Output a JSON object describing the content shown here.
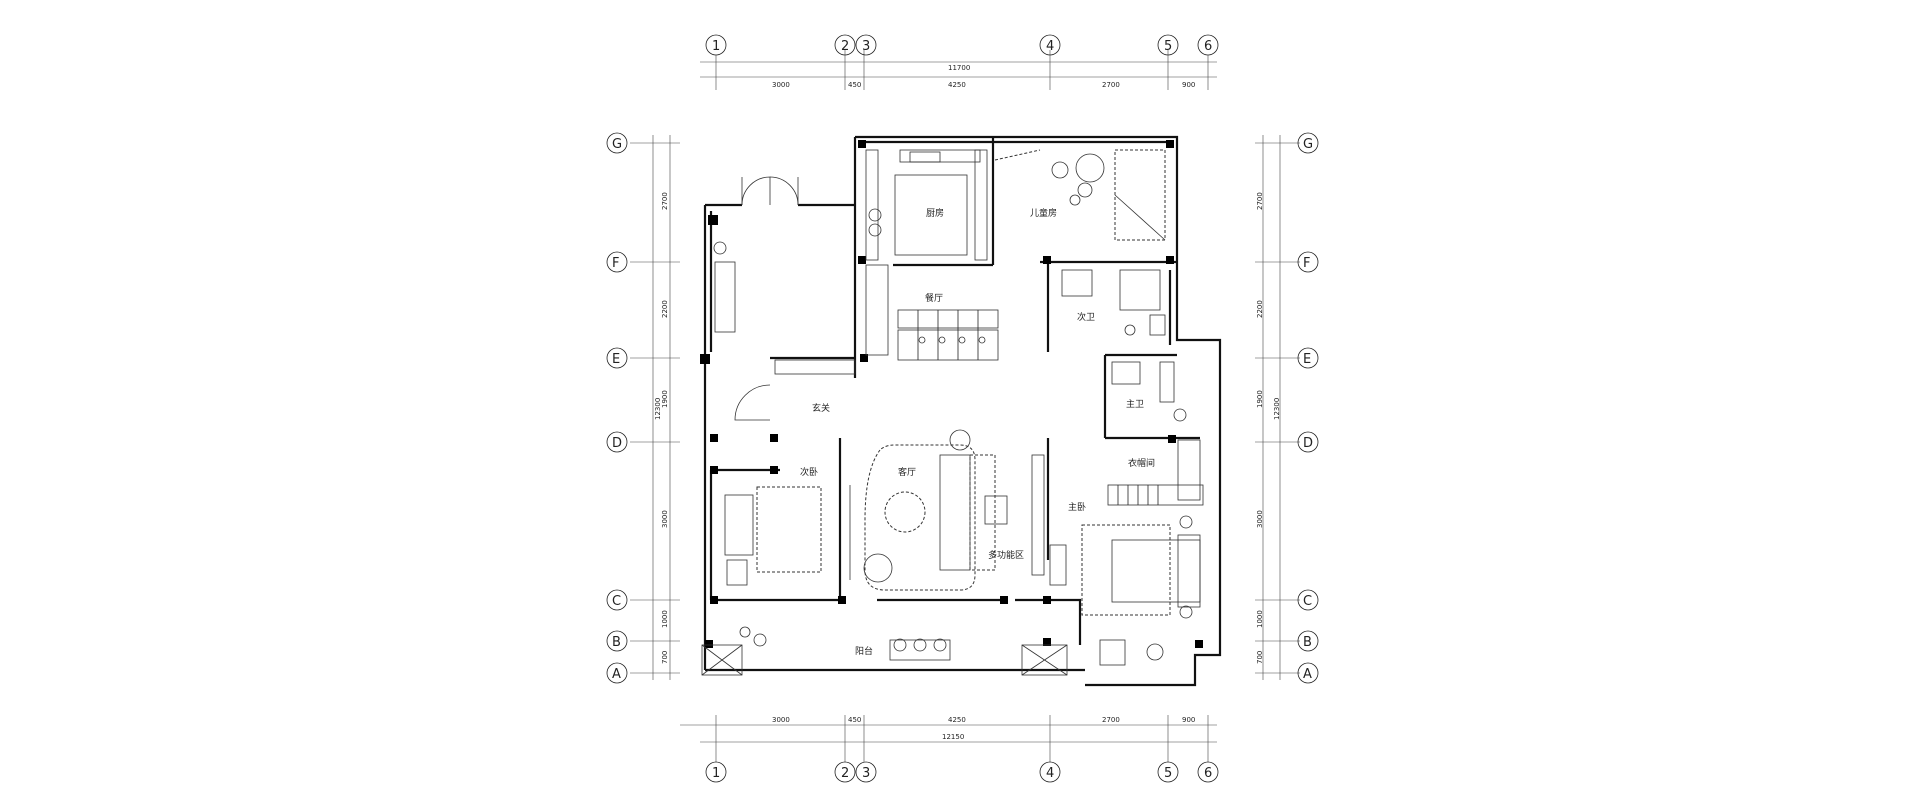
{
  "axes": {
    "columns": [
      "1",
      "2",
      "3",
      "4",
      "5",
      "6"
    ],
    "rows": [
      "G",
      "F",
      "E",
      "D",
      "C",
      "B",
      "A"
    ]
  },
  "dimensions": {
    "top_total": "11700",
    "bottom_total": "12150",
    "horizontal_segments": [
      "3000",
      "450",
      "4250",
      "2700",
      "900"
    ],
    "side_total": "12300",
    "vertical_segments": [
      "2700",
      "2200",
      "1900",
      "3000",
      "1000",
      "700"
    ]
  },
  "rooms": {
    "kitchen": "厨房",
    "kids_room": "儿童房",
    "dining": "餐厅",
    "second_bath": "次卫",
    "entry": "玄关",
    "master_bath": "主卫",
    "second_bedroom": "次卧",
    "living_room": "客厅",
    "walk_in_closet": "衣帽间",
    "master_bedroom": "主卧",
    "multi_function": "多功能区",
    "balcony": "阳台"
  },
  "colors": {
    "line": "#111111",
    "background": "#ffffff"
  }
}
